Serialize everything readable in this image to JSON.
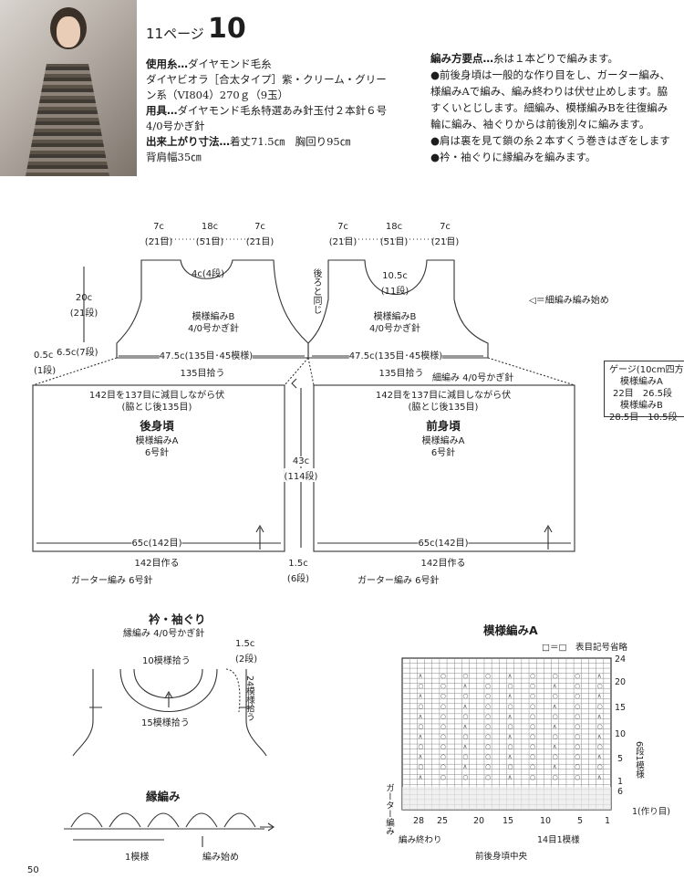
{
  "header": {
    "page_ref": "11ページ",
    "pattern_no": "10"
  },
  "materials": {
    "yarn_label": "使用糸…",
    "yarn_line1": "ダイヤモンド毛糸",
    "yarn_line2": "ダイヤビオラ［合太タイプ］紫・クリーム・グリー",
    "yarn_line3": "ン系（VI804）270ｇ（9玉）",
    "tools_label": "用具…",
    "tools_line1": "ダイヤモンド毛糸特選あみ針玉付２本針６号",
    "tools_line2": "4/0号かぎ針",
    "size_label": "出来上がり寸法…",
    "size_line1": "着丈71.5㎝　胸回り95㎝",
    "size_line2": "背肩幅35㎝"
  },
  "points": {
    "label": "編み方要点…",
    "line0": "糸は１本どりで編みます。",
    "line1": "●前後身頃は一般的な作り目をし、ガーター編み、",
    "line2": "様編みAで編み、編み終わりは伏せ止めします。脇",
    "line3": "すくいとじします。細編み、模様編みBを往復編み",
    "line4": "輪に編み、袖ぐりからは前後別々に編みます。",
    "line5": "●肩は裏を見て鎖の糸２本すくう巻きはぎをします",
    "line6": "●衿・袖ぐりに縁編みを編みます。"
  },
  "schematic": {
    "back_top": {
      "l": "7c",
      "l2": "(21目)",
      "m": "18c",
      "m2": "(51目)",
      "r": "7c",
      "r2": "(21目)"
    },
    "front_top": {
      "l": "7c",
      "l2": "(21目)",
      "m": "18c",
      "m2": "(51目)",
      "r": "7c",
      "r2": "(21目)"
    },
    "back_neck": "4c(4段)",
    "front_neck": "10.5c",
    "front_neck2": "(11段)",
    "same_as_back": "後ろと同じ",
    "yoke_height": "20c",
    "yoke_height2": "(21段)",
    "armhole": "6.5c(7段)",
    "band_h": "0.5c",
    "band_h2": "(1段)",
    "yoke_pattern": "模様編みB",
    "yoke_hook": "4/0号かぎ針",
    "yoke_width_back": "47.5c(135目･45模様)",
    "yoke_width_front": "47.5c(135目･45模様)",
    "pick_back": "135目拾う",
    "pick_front": "135目拾う",
    "single_crochet_note": "細編み 4/0号かぎ針",
    "sc_start_note": "◁＝細編み編み始め",
    "back_dec": "142目を137目に減目しながら伏",
    "back_dec2": "(脇とじ後135目)",
    "front_dec": "142目を137目に減目しながら伏",
    "front_dec2": "(脇とじ後135目)",
    "back_title": "後身頃",
    "front_title": "前身頃",
    "body_pattern": "模様編みA",
    "body_needle": "6号針",
    "body_height": "43c",
    "body_height2": "(114段)",
    "body_width_back": "65c(142目)",
    "body_width_front": "65c(142目)",
    "cast_back": "142目作る",
    "cast_front": "142目作る",
    "garter_h": "1.5c",
    "garter_h2": "(6段)",
    "garter_back": "ガーター編み 6号針",
    "garter_front": "ガーター編み 6号針"
  },
  "gauge": {
    "title": "ゲージ(10cm四方",
    "a": "模様編みA",
    "a_val": "22目　26.5段",
    "b": "模様編みB",
    "b_val": "28.5目　10.5段"
  },
  "edging": {
    "title": "衿・袖ぐり",
    "sub": "縁編み 4/0号かぎ針",
    "h": "1.5c",
    "h2": "(2段)",
    "pick_top": "10模様拾う",
    "pick_bottom": "15模様拾う",
    "pick_side": "24模様拾う",
    "border_title": "縁編み",
    "repeat": "1模様",
    "start": "編み始め"
  },
  "chart": {
    "title": "模様編みA",
    "legend": "□＝□　表目記号省略",
    "rows": [
      "24",
      "20",
      "15",
      "10",
      "5",
      "1",
      "6"
    ],
    "cols": [
      "28",
      "25",
      "20",
      "15",
      "10",
      "5",
      "1"
    ],
    "six_row": "6段1模様",
    "garter": "ガーター編み",
    "cast_on": "1(作り目)",
    "end_label": "編み終わり",
    "repeat": "14目1模様",
    "center": "前後身頃中央"
  },
  "footer": {
    "page": "50"
  }
}
